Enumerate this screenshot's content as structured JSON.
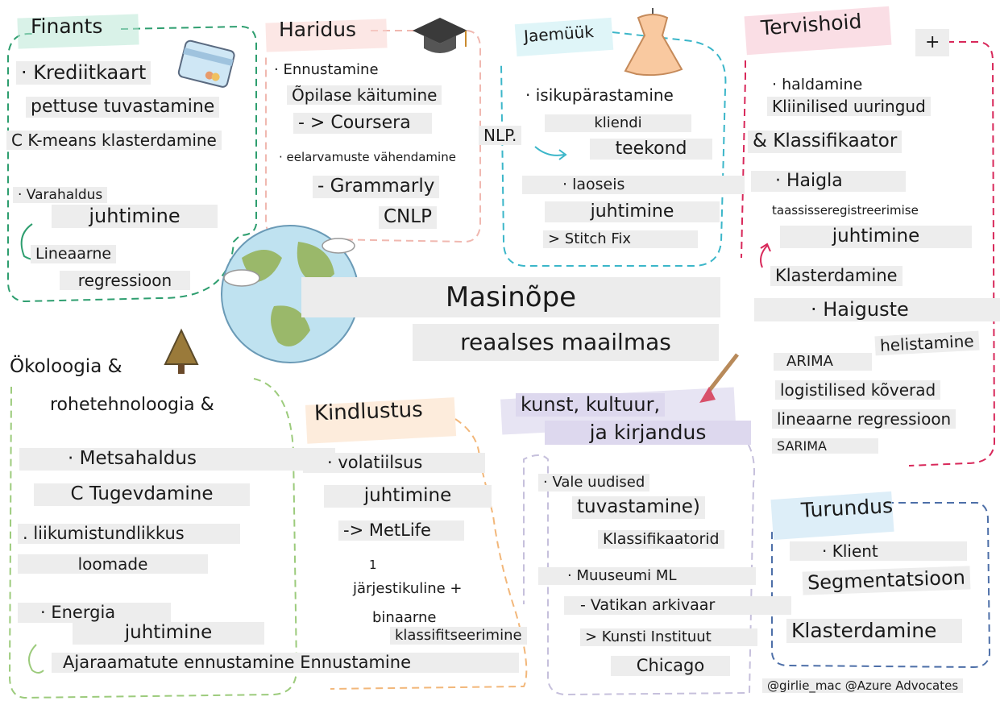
{
  "title": {
    "line1": "Masinõpe",
    "line2": "reaalses maailmas"
  },
  "colors": {
    "finance": "#2e9e6f",
    "education": "#f0b8b0",
    "retail": "#3bb6c9",
    "health": "#d8285a",
    "ecology": "#9ccb7c",
    "insurance": "#f2b77a",
    "art": "#c6c0dc",
    "marketing": "#4d6fa8"
  },
  "finance": {
    "header": "Finants",
    "items": [
      "· Krediitkaart",
      "pettuse tuvastamine",
      "C K-means klasterdamine",
      "· Varahaldus",
      "juhtimine",
      "Lineaarne",
      "regressioon"
    ]
  },
  "education": {
    "header": "Haridus",
    "items": [
      "· Ennustamine",
      "Õpilase käitumine",
      "- > Coursera",
      "· eelarvamuste vähendamine",
      "- Grammarly",
      "CNLP"
    ]
  },
  "retail": {
    "header": "Jaemüük",
    "items": [
      "· isikupärastamine",
      "kliendi",
      "NLP.",
      "teekond",
      "· laoseis",
      "juhtimine",
      "> Stitch Fix"
    ]
  },
  "health": {
    "header": "Tervishoid",
    "plus": "+",
    "items": [
      "· haldamine",
      "Kliinilised uuringud",
      "& Klassifikaator",
      "· Haigla",
      "taassisseregistreerimise",
      "juhtimine",
      "Klasterdamine",
      "· Haiguste",
      "helistamine",
      "ARIMA",
      "logistilised kõverad",
      "lineaarne regressioon",
      "SARIMA"
    ]
  },
  "ecology": {
    "header": "Ökoloogia &",
    "items": [
      "rohetehnoloogia &",
      "· Metsahaldus",
      "C Tugevdamine",
      ". liikumistundlikkus",
      "loomade",
      "· Energia",
      "juhtimine",
      "Ajaraamatute ennustamine Ennustamine"
    ]
  },
  "insurance": {
    "header": "Kindlustus",
    "items": [
      "· volatiilsus",
      "juhtimine",
      "-> MetLife",
      "1",
      "järjestikuline +",
      "binaarne",
      "klassifitseerimine"
    ]
  },
  "art": {
    "header1": "kunst, kultuur,",
    "header2": "ja kirjandus",
    "items": [
      "· Vale uudised",
      "tuvastamine)",
      "Klassifikaatorid",
      "· Muuseumi ML",
      "- Vatikan arkivaar",
      "> Kunsti Instituut",
      "Chicago"
    ]
  },
  "marketing": {
    "header": "Turundus",
    "items": [
      "· Klient",
      "Segmentatsioon",
      "Klasterdamine"
    ]
  },
  "credit": "@girlie_mac @Azure Advocates",
  "icons": [
    "credit-card-icon",
    "graduation-cap-icon",
    "dress-icon",
    "globe-icon",
    "tree-icon",
    "paintbrush-icon"
  ]
}
